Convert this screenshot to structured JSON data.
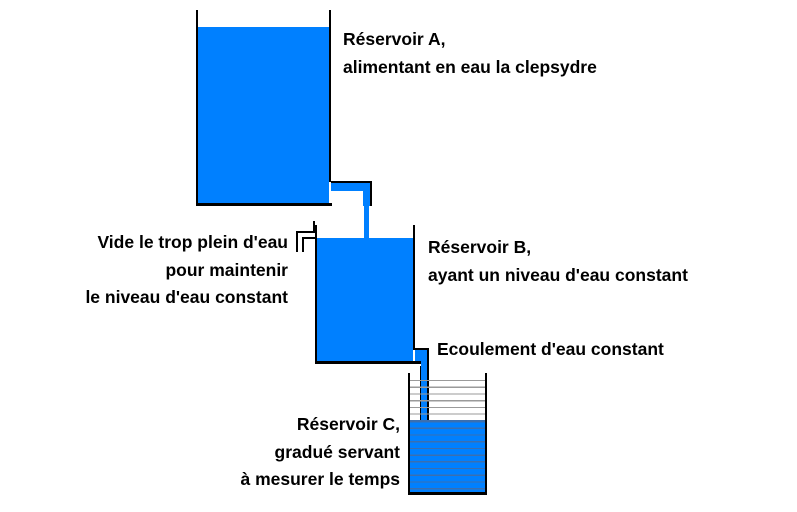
{
  "colors": {
    "background": "#ffffff",
    "water": "#0080ff",
    "outline": "#000000",
    "graduation": "#9a9a9a",
    "water_line": "#3a6fb0",
    "text": "#000000"
  },
  "labels": {
    "reservoir_a": {
      "lines": [
        "Réservoir A,",
        "alimentant en eau la clepsydre"
      ]
    },
    "overflow": {
      "lines": [
        "Vide le trop plein d'eau",
        "pour maintenir",
        "le niveau d'eau constant"
      ]
    },
    "reservoir_b": {
      "lines": [
        "Réservoir B,",
        "ayant un niveau d'eau constant"
      ]
    },
    "flow": {
      "lines": [
        "Ecoulement d'eau constant"
      ]
    },
    "reservoir_c": {
      "lines": [
        "Réservoir C,",
        "gradué servant",
        "à mesurer le temps"
      ]
    }
  }
}
